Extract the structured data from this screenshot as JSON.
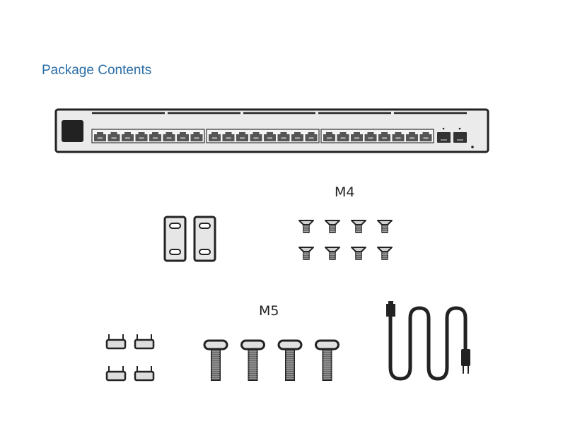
{
  "section_title": "Package Contents",
  "items": {
    "switch": {
      "rj45_ports": 24,
      "port_groups": 3,
      "sfp_ports": 2
    },
    "rack_brackets": {
      "count": 2
    },
    "m4_screws": {
      "label": "M4",
      "count": 8
    },
    "cage_nuts": {
      "count": 4
    },
    "m5_screws": {
      "label": "M5",
      "count": 4
    },
    "power_cord": {
      "count": 1
    }
  },
  "colors": {
    "title": "#2b6ea6",
    "outline": "#222222",
    "fill": "#e6e6e6"
  }
}
